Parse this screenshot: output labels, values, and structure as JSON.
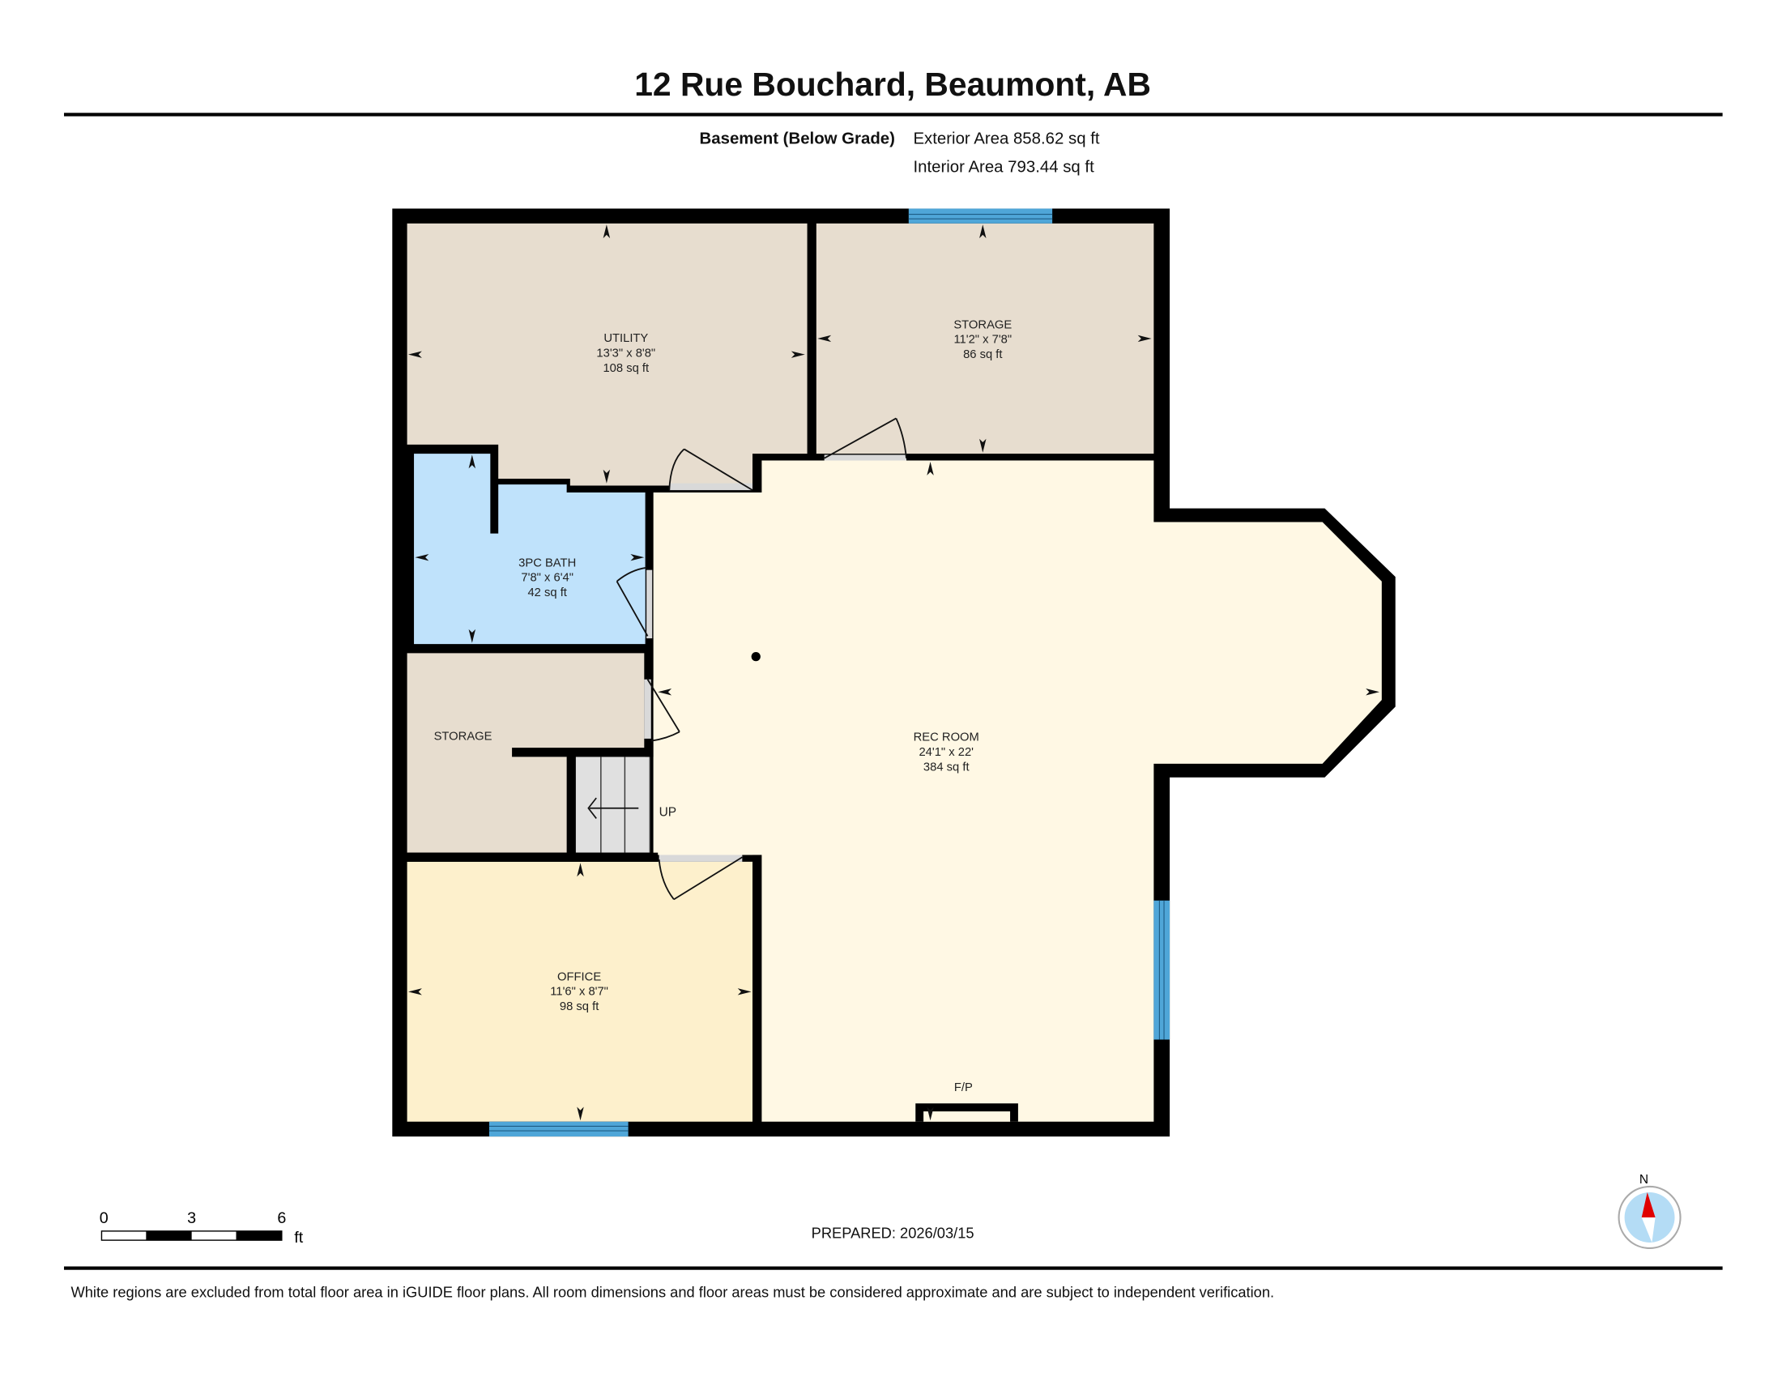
{
  "header": {
    "title": "12 Rue Bouchard, Beaumont, AB",
    "floor_name": "Basement (Below Grade)",
    "exterior_area": "Exterior Area 858.62 sq ft",
    "interior_area": "Interior Area 793.44 sq ft"
  },
  "rooms": {
    "utility": {
      "name": "UTILITY",
      "dims": "13'3\" x 8'8\"",
      "area": "108 sq ft"
    },
    "storage_top": {
      "name": "STORAGE",
      "dims": "11'2\" x 7'8\"",
      "area": "86 sq ft"
    },
    "bath": {
      "name": "3PC BATH",
      "dims": "7'8\" x 6'4\"",
      "area": "42 sq ft"
    },
    "storage_left": {
      "name": "STORAGE"
    },
    "rec_room": {
      "name": "REC ROOM",
      "dims": "24'1\" x 22'",
      "area": "384 sq ft"
    },
    "office": {
      "name": "OFFICE",
      "dims": "11'6\" x 8'7\"",
      "area": "98 sq ft"
    }
  },
  "labels": {
    "stairs": "UP",
    "fireplace": "F/P"
  },
  "scale_bar": {
    "ticks": [
      "0",
      "3",
      "6"
    ],
    "unit": "ft"
  },
  "prepared": "PREPARED: 2026/03/15",
  "compass": {
    "label": "N",
    "icon": "compass-icon"
  },
  "disclaimer": "White regions are excluded from total floor area in iGUIDE floor plans. All room dimensions and floor areas must be considered approximate and are subject to independent verification.",
  "colors": {
    "wall": "#000000",
    "utility_storage": "#e7ddcf",
    "bath": "#bfe2fb",
    "rec_room": "#fff8e4",
    "office": "#fdf0cc",
    "window": "#4fa6d8",
    "stairs": "#e0e0e0",
    "compass_red": "#e00000",
    "compass_blue": "#b4dcf5"
  }
}
